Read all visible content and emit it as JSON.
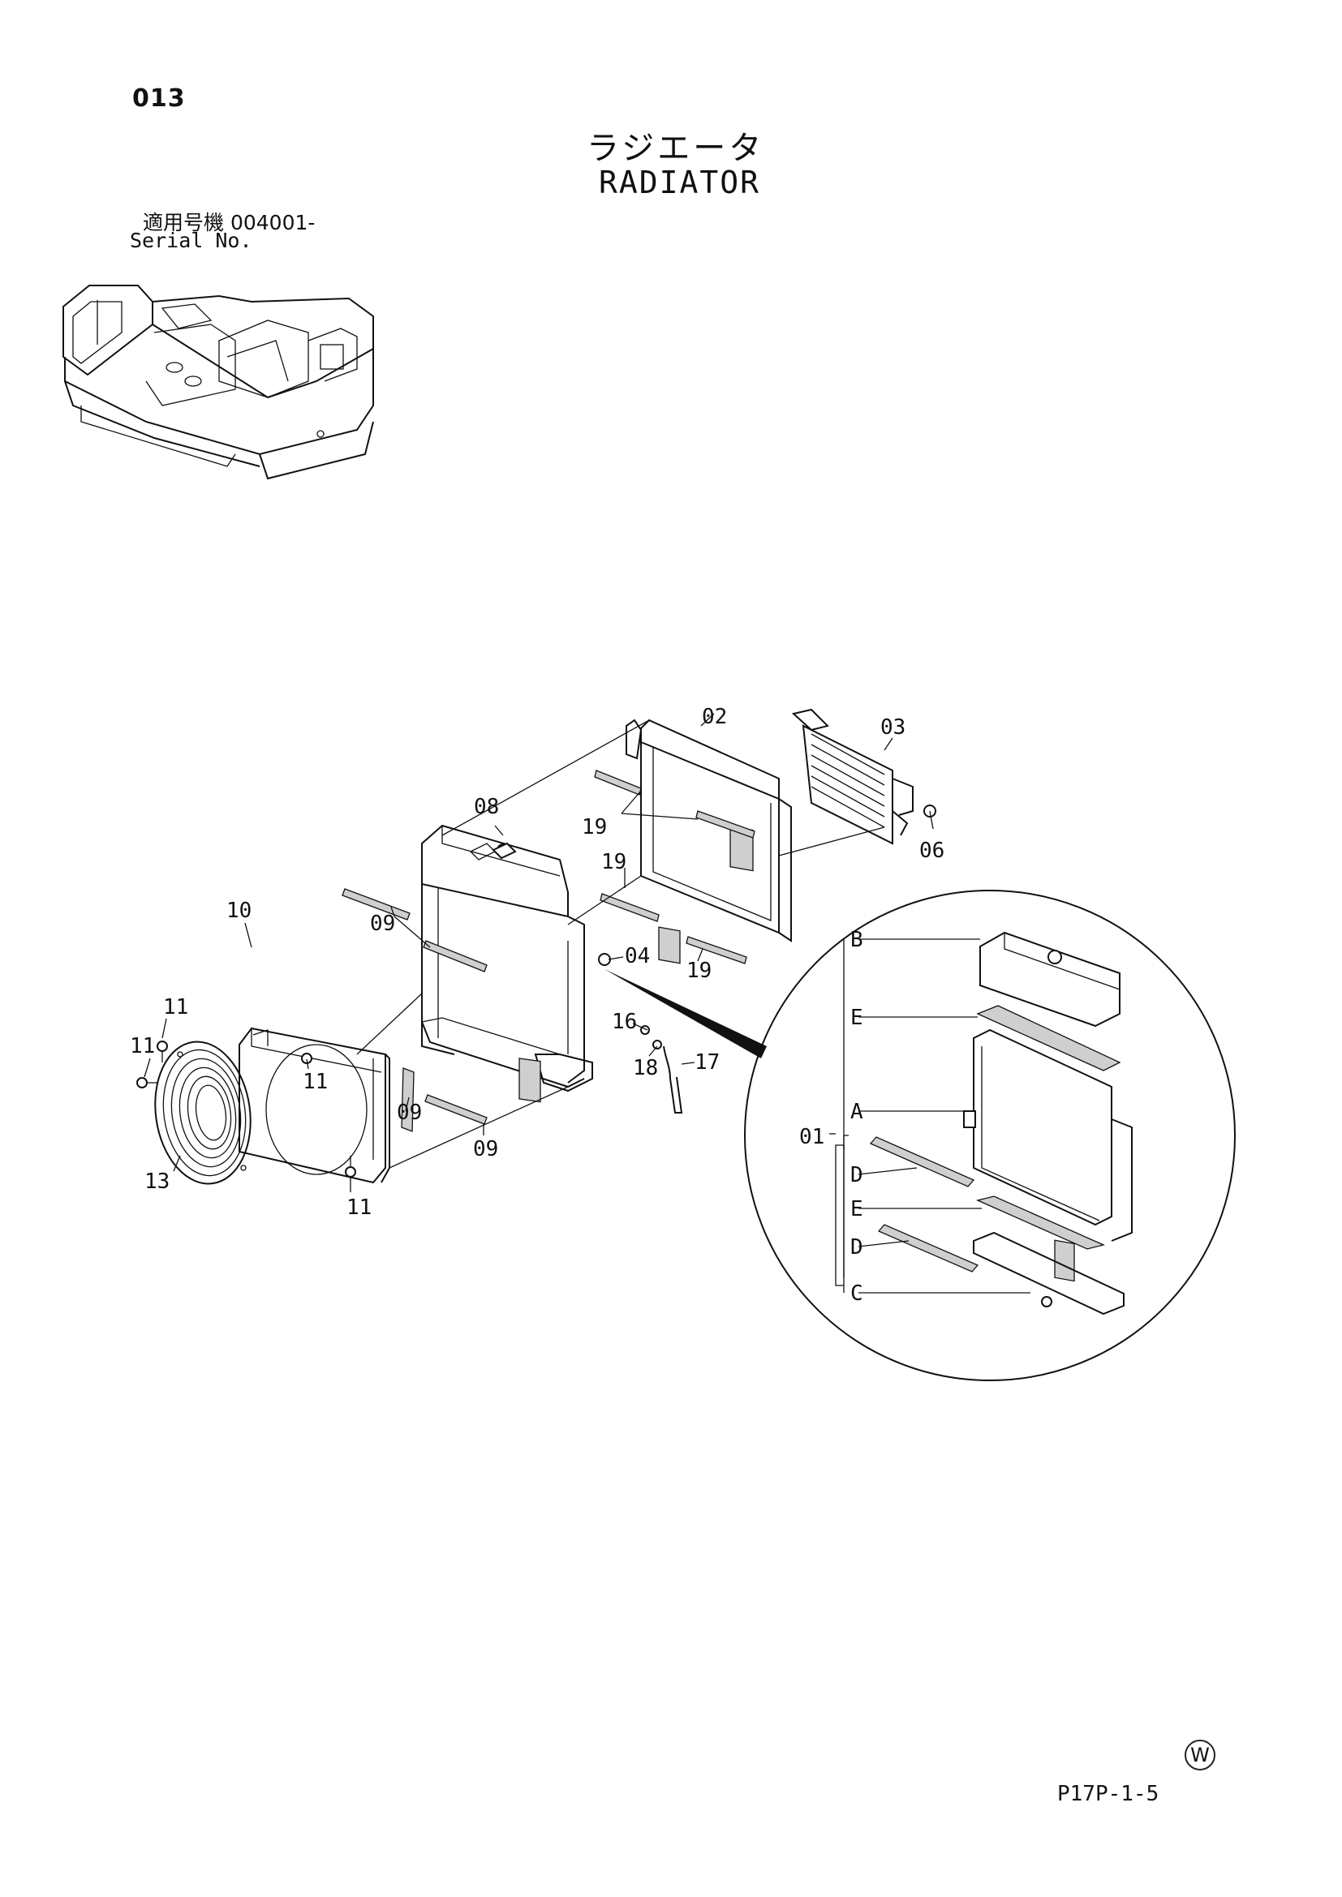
{
  "header": {
    "page_number": "013",
    "title_jp": "ラジエータ",
    "title_en": "RADIATOR",
    "serial_jp": "適用号機 004001-",
    "serial_en": "Serial No."
  },
  "callouts": {
    "c02": "02",
    "c03": "03",
    "c08": "08",
    "c19a": "19",
    "c06": "06",
    "c19b": "19",
    "c10": "10",
    "c09a": "09",
    "c04": "04",
    "c19c": "19",
    "c11a": "11",
    "c16": "16",
    "c11b": "11",
    "c17": "17",
    "c18": "18",
    "c11c": "11",
    "c09b": "09",
    "c09c": "09",
    "c13": "13",
    "c11d": "11"
  },
  "detail": {
    "assembly": "01",
    "parts": [
      "B",
      "E",
      "A",
      "D",
      "E",
      "D",
      "C"
    ]
  },
  "footer": {
    "mark": "W",
    "reference": "P17P-1-5"
  }
}
